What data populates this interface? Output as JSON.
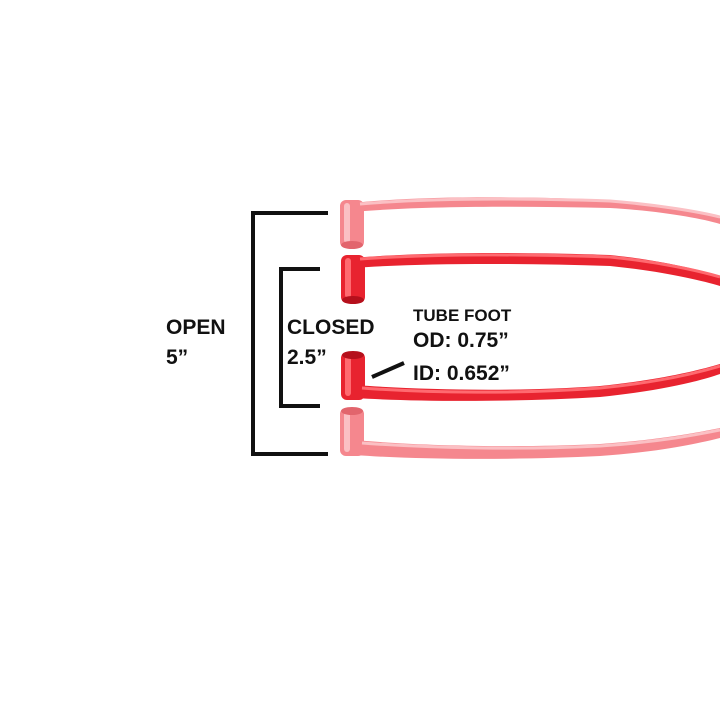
{
  "open_label": {
    "title": "OPEN",
    "value": "5”"
  },
  "closed_label": {
    "title": "CLOSED",
    "value": "2.5”"
  },
  "tube_foot": {
    "heading": "TUBE FOOT",
    "od": "OD: 0.75”",
    "id": "ID: 0.652”"
  },
  "colors": {
    "tube_closed": "#e8232f",
    "tube_closed_highlight": "#ff6a70",
    "tube_closed_shadow": "#b5101c",
    "tube_open": "#f5878e",
    "tube_open_highlight": "#fbc0c4",
    "tube_open_shadow": "#e2656d",
    "bracket": "#111111",
    "text": "#111111",
    "background": "#ffffff"
  }
}
